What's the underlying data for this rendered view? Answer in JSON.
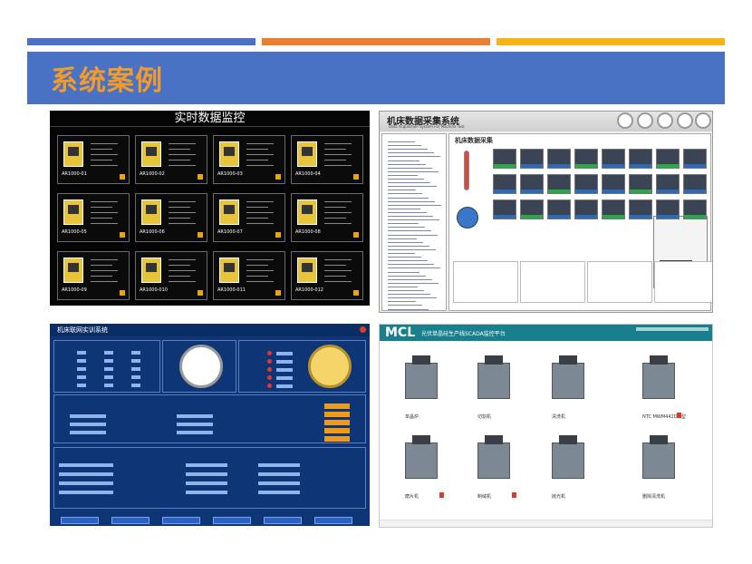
{
  "slide": {
    "title": "系统案例",
    "accent_colors": [
      "#4a72c4",
      "#e97f2f",
      "#f6b416"
    ]
  },
  "panel1": {
    "title": "实时数据监控",
    "machines": [
      "AR1000-01",
      "AR1000-02",
      "AR1000-03",
      "AR1000-04",
      "AR1000-05",
      "AR1000-06",
      "AR1000-07",
      "AR1000-08",
      "AR1000-09",
      "AR1000-010",
      "AR1000-011",
      "AR1000-012"
    ]
  },
  "panel2": {
    "title": "机床数据采集系统",
    "subtitle": "Data Acquisition System For Machine Tool",
    "main_title": "机床数据采集"
  },
  "panel3": {
    "title": "机床联网实训系统"
  },
  "panel4": {
    "logo": "MCL",
    "title": "光伏单晶硅生产线SCADA监控平台",
    "machines": [
      "单晶炉",
      "切割机",
      "清洗机",
      "NTC MWM442DM型",
      "磨片机",
      "制绒机",
      "抛光机",
      "删除清洗机"
    ]
  }
}
